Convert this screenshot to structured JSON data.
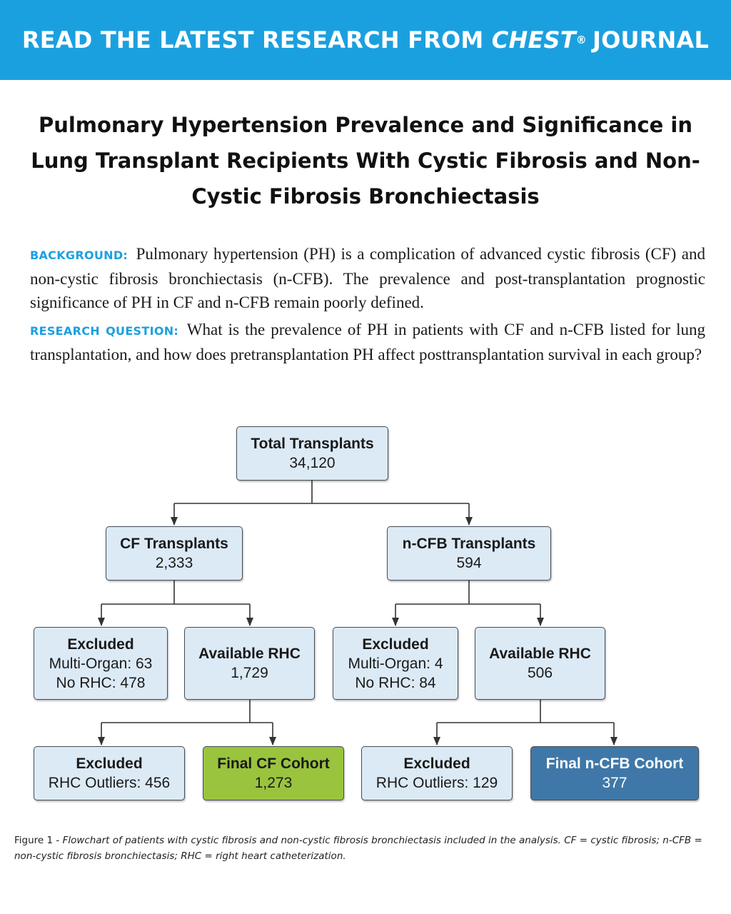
{
  "banner": {
    "prefix": "READ THE LATEST RESEARCH FROM",
    "brand": "CHEST",
    "registered": "®",
    "suffix": "JOURNAL"
  },
  "title": "Pulmonary Hypertension Prevalence and Significance in Lung Transplant Recipients With Cystic Fibrosis and Non-Cystic Fibrosis Bronchiectasis",
  "background": {
    "label": "BACKGROUND:",
    "text": "Pulmonary hypertension (PH) is a complication of advanced cystic fibrosis (CF) and non-cystic fibrosis bronchiectasis (n-CFB). The prevalence and post-transplantation prognostic significance of PH in CF and n-CFB remain poorly defined."
  },
  "research_question": {
    "label": "RESEARCH QUESTION:",
    "text": "What is the prevalence of PH in patients with CF and n-CFB listed for lung transplantation, and how does pretransplantation PH affect posttransplantation survival in each group?"
  },
  "flowchart": {
    "total": {
      "title": "Total Transplants",
      "line": "34,120"
    },
    "cf": {
      "title": "CF Transplants",
      "line": "2,333"
    },
    "ncfb": {
      "title": "n-CFB Transplants",
      "line": "594"
    },
    "cf_excluded": {
      "title": "Excluded",
      "line1": "Multi-Organ: 63",
      "line2": "No RHC: 478"
    },
    "cf_rhc": {
      "title": "Available RHC",
      "line": "1,729"
    },
    "ncfb_excluded": {
      "title": "Excluded",
      "line1": "Multi-Organ: 4",
      "line2": "No RHC: 84"
    },
    "ncfb_rhc": {
      "title": "Available RHC",
      "line": "506"
    },
    "cf_outliers": {
      "title": "Excluded",
      "line": "RHC Outliers: 456"
    },
    "cf_final": {
      "title": "Final CF Cohort",
      "line": "1,273"
    },
    "ncfb_outliers": {
      "title": "Excluded",
      "line": "RHC Outliers: 129"
    },
    "ncfb_final": {
      "title": "Final n-CFB Cohort",
      "line": "377"
    },
    "colors": {
      "node_fill": "#dceaf6",
      "cf_final_fill": "#9ac43e",
      "ncfb_final_fill": "#3f78a8",
      "connector": "#333333",
      "banner": "#1ba0df"
    }
  },
  "caption": {
    "prefix": "Figure 1 - ",
    "text": "Flowchart of patients with cystic fibrosis and non-cystic fibrosis bronchiectasis included in the analysis. CF = cystic fibrosis; n-CFB = non-cystic fibrosis bronchiectasis; RHC = right heart catheterization."
  }
}
